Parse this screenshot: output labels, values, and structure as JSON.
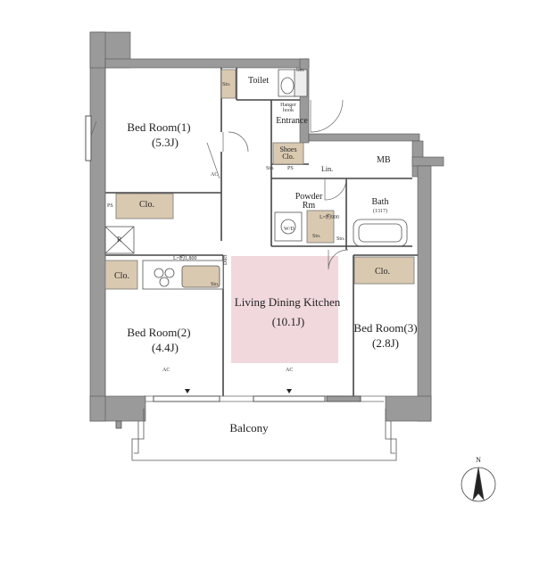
{
  "rooms": {
    "bedroom1": {
      "name": "Bed Room(1)",
      "size": "(5.3J)"
    },
    "bedroom2": {
      "name": "Bed Room(2)",
      "size": "(4.4J)"
    },
    "bedroom3": {
      "name": "Bed Room(3)",
      "size": "(2.8J)"
    },
    "ldk": {
      "name": "Living Dining Kitchen",
      "size": "(10.1J)"
    },
    "toilet": "Toilet",
    "entrance": "Entrance",
    "hanger": "Hanger hook",
    "shoes": "Shoes Clo.",
    "powder": "Powder Rm",
    "bath": "Bath",
    "bath_size": "(1317)",
    "balcony": "Balcony",
    "mb": "MB",
    "wd": "W/D"
  },
  "labels": {
    "clo": "Clo.",
    "sto": "Sto.",
    "lin": "Lin.",
    "ps": "PS",
    "ac": "AC",
    "r": "R",
    "duct": "Duct",
    "kitchen_counter": "L=約1,800",
    "vanity": "L=約900",
    "north": "N"
  },
  "colors": {
    "wall": "#9a9a9a",
    "line": "#444444",
    "storage": "#d9c9b0",
    "ldk": "#f0d8dd"
  }
}
